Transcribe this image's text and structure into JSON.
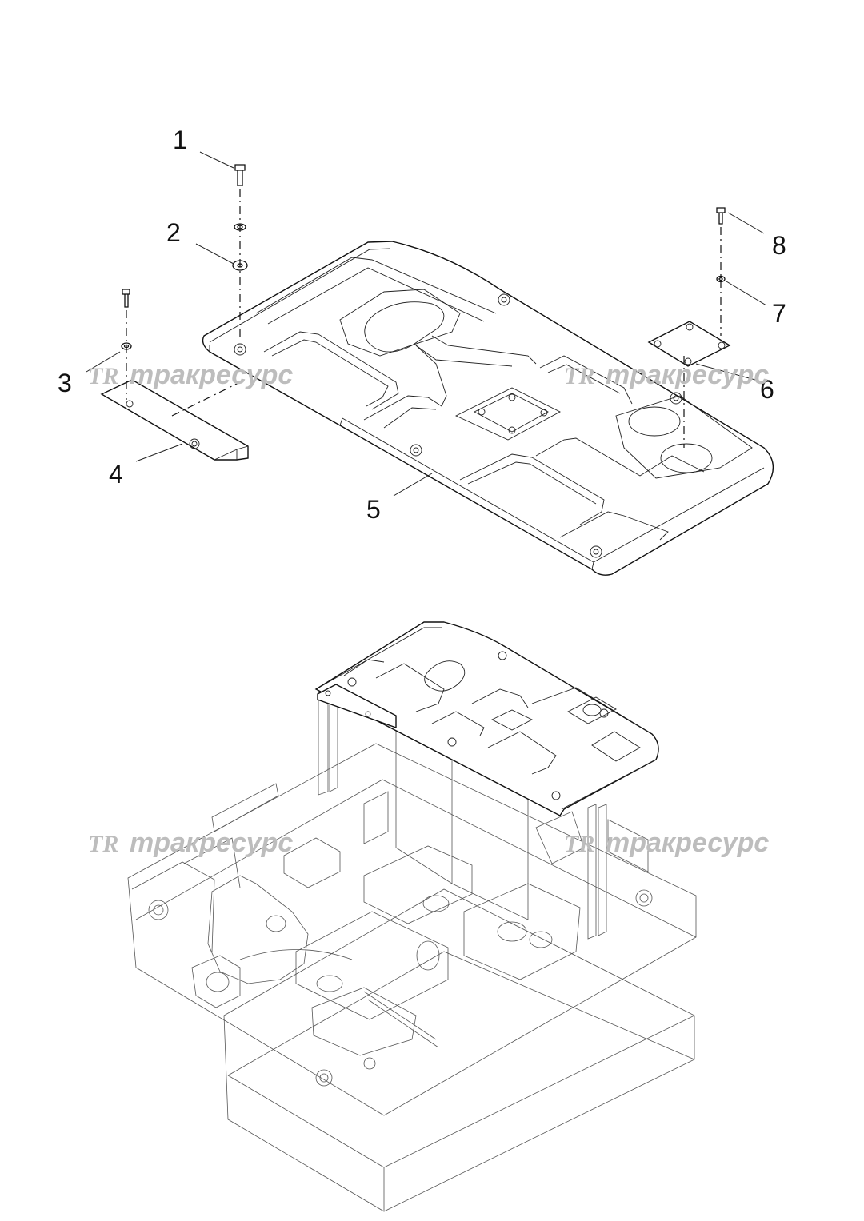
{
  "callouts": [
    {
      "label": "1"
    },
    {
      "label": "2"
    },
    {
      "label": "3"
    },
    {
      "label": "4"
    },
    {
      "label": "5"
    },
    {
      "label": "6"
    },
    {
      "label": "7"
    },
    {
      "label": "8"
    }
  ],
  "watermark": {
    "logo": "TR",
    "text": "тракресурс"
  }
}
